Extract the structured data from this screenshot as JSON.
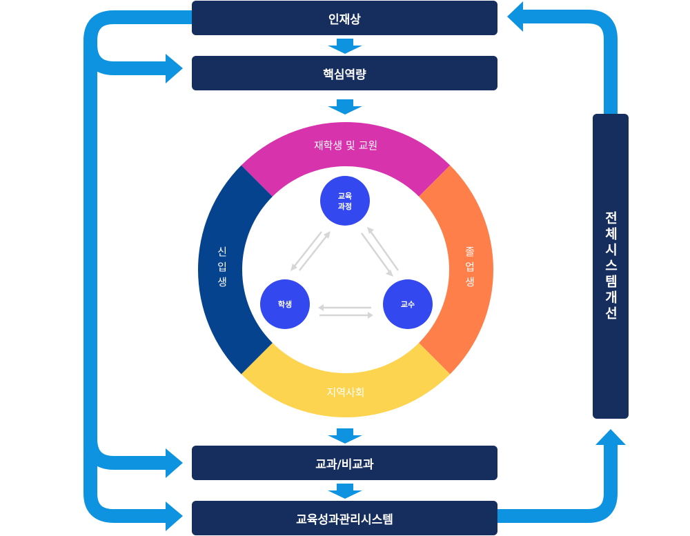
{
  "colors": {
    "box": "#162e5e",
    "flow_arrow": "#0d93e0",
    "ring_top": "#d733ad",
    "ring_right": "#ff7f4a",
    "ring_bottom": "#fdd44f",
    "ring_left": "#06438f",
    "node": "#3348ee",
    "inner_arrow": "#d6d6d6"
  },
  "boxes": {
    "talent": "인재상",
    "core_competency": "핵심역량",
    "curriculum_types": "교과/비교과",
    "outcome_system": "교육성과관리시스템",
    "system_improvement": "전체시스템개선"
  },
  "ring": {
    "top": "재학생 및 교원",
    "right": "졸업생",
    "bottom": "지역사회",
    "left": "신입생"
  },
  "nodes": {
    "curriculum_line1": "교육",
    "curriculum_line2": "과정",
    "student": "학생",
    "professor": "교수"
  }
}
